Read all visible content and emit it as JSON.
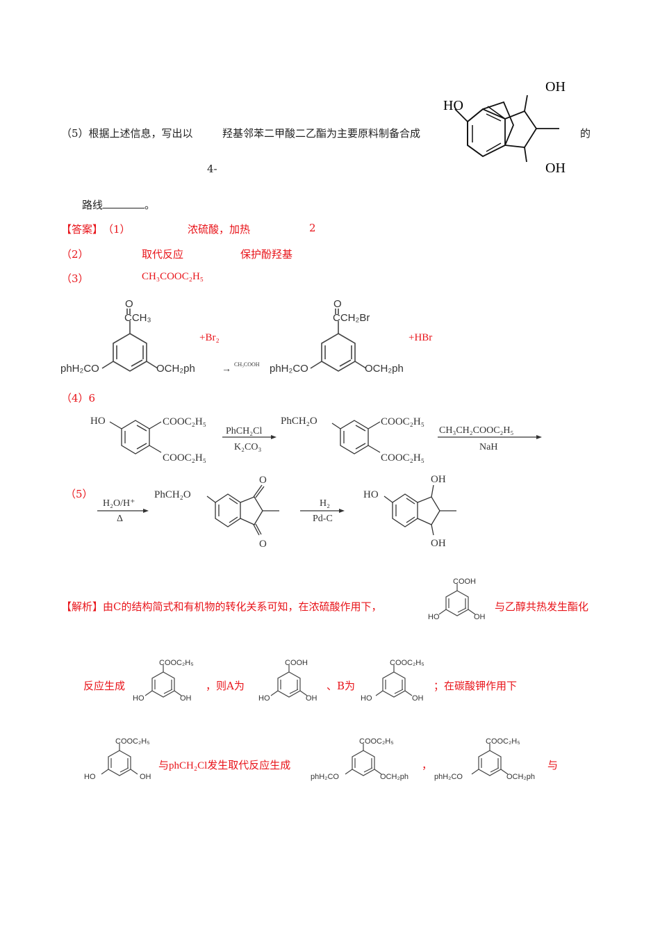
{
  "question5": {
    "prefix": "（5）根据上述信息，写出以",
    "middle": "羟基邻苯二甲酸二乙酯为主要原料制备合成",
    "suffix": "的",
    "locant": "4-",
    "line2": "路线",
    "end": "。",
    "target_molecule": {
      "oh_top": "OH",
      "ho_left": "HO",
      "oh_bottom": "OH"
    }
  },
  "answer": {
    "label": "【答案】",
    "q1": {
      "num": "（1）",
      "condition": "浓硫酸，加热",
      "count": "2"
    },
    "q2": {
      "num": "（2）",
      "reaction": "取代反应",
      "purpose": "保护酚羟基"
    },
    "q3": {
      "num": "（3）",
      "formula": "CH₃COOC₂H₅"
    },
    "q3_reaction": {
      "reactant_top": "CCH₃",
      "reactant_o": "O",
      "left_sub": "phH₂CO",
      "right_sub": "OCH₂ph",
      "plus_br2": "+Br₂",
      "arrow": "→",
      "catalyst": "CH₃COOH",
      "product_top": "CCH₂Br",
      "product_o": "O",
      "plus_hbr": "+HBr"
    },
    "q4": {
      "num": "（4）",
      "value": "6"
    },
    "q5_route": {
      "num": "（5）",
      "sm_ho": "HO",
      "sm_ester1": "COOC₂H₅",
      "sm_ester2": "COOC₂H₅",
      "step1_top": "PhCH₂Cl",
      "step1_bottom": "K₂CO₃",
      "int1_sub": "PhCH₂O",
      "int1_ester1": "COOC₂H₅",
      "int1_ester2": "COOC₂H₅",
      "step2_top": "CH₃CH₂COOC₂H₅",
      "step2_bottom": "NaH",
      "step3_top": "H₂O/H⁺",
      "step3_bottom": "Δ",
      "int2_sub": "PhCH₂O",
      "int2_o_top": "O",
      "int2_o_bottom": "O",
      "step4_top": "H₂",
      "step4_bottom": "Pd-C",
      "prod_ho": "HO",
      "prod_oh_top": "OH",
      "prod_oh_bottom": "OH"
    }
  },
  "analysis": {
    "label": "【解析】",
    "line1": "由C的结构简式和有机物的转化关系可知，在浓硫酸作用下，",
    "line1_end": "与乙醇共热发生酯化",
    "line2_start": "反应生成",
    "line2_a": "，则A为",
    "line2_b": "、B为",
    "line2_end": "；在碳酸钾作用下",
    "line3_mid": "与phCH₂Cl发生取代反应生成",
    "line3_comma": "，",
    "line3_end": "与",
    "labels": {
      "cooh": "COOH",
      "cooet": "COOC₂H₅",
      "ho": "HO",
      "oh": "OH",
      "obn_l": "phH₂CO",
      "obn_r": "OCH₂ph"
    }
  }
}
